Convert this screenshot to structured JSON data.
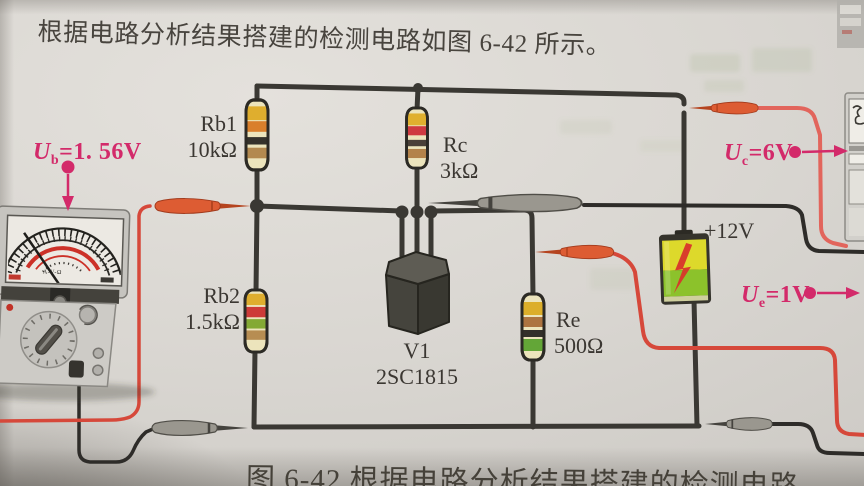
{
  "page": {
    "intro_text": "根据电路分析结果搭建的检测电路如图 6-42 所示。",
    "caption": "图 6-42  根据电路分析结果搭建的检测电路"
  },
  "components": {
    "rb1": {
      "name": "Rb1",
      "value": "10kΩ"
    },
    "rc": {
      "name": "Rc",
      "value": "3kΩ"
    },
    "rb2": {
      "name": "Rb2",
      "value": "1.5kΩ"
    },
    "re": {
      "name": "Re",
      "value": "500Ω"
    },
    "transistor": {
      "designator": "V1",
      "model": "2SC1815"
    },
    "battery": {
      "label": "+12V"
    }
  },
  "measurements": {
    "ub": {
      "symbol": "U",
      "subscript": "b",
      "value": "=1. 56V"
    },
    "uc": {
      "symbol": "U",
      "subscript": "c",
      "value": "=6V"
    },
    "ue": {
      "symbol": "U",
      "subscript": "e",
      "value": "=1V"
    }
  },
  "meter": {
    "scale_label": "A-V-Ω"
  },
  "colors": {
    "accent_magenta": "#d32a6a",
    "wire": "#3a3833",
    "red_lead": "#d6483a",
    "red_lead_light": "#e2655c",
    "black_lead": "#2e2c29",
    "probe_red_body": "#dd5c33",
    "probe_red_tip": "#b5441f",
    "probe_gray_body": "#9a978f",
    "probe_gray_tip": "#45433e",
    "resistor_body": "#ece4bc",
    "battery_yellow": "#ddd92b",
    "battery_green": "#8cc22b",
    "battery_bolt": "#d8352b",
    "bands": {
      "rb1": [
        "#dfae2e",
        "#d97f2b",
        "#35322b",
        "#b3894f"
      ],
      "rc": [
        "#e0b02e",
        "#cf3a40",
        "#4a4038",
        "#b3824a"
      ],
      "rb2": [
        "#dfae2e",
        "#cd3b38",
        "#84a934",
        "#b78d52"
      ],
      "re": [
        "#dcae2a",
        "#ad7440",
        "#33302a",
        "#63a637"
      ]
    }
  }
}
